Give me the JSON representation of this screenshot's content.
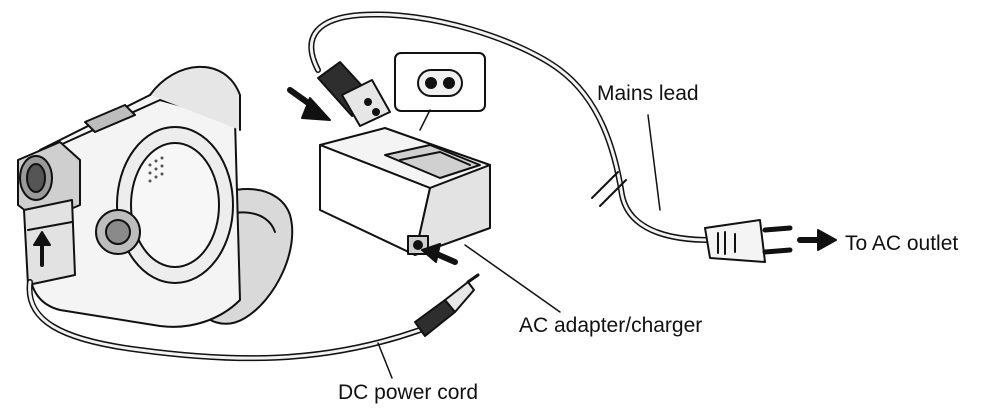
{
  "labels": {
    "mains_lead": "Mains lead",
    "to_ac_outlet": "To AC outlet",
    "ac_adapter_charger": "AC adapter/charger",
    "dc_power_cord": "DC power cord"
  },
  "colors": {
    "line": "#111111",
    "body": "#f4f4f4",
    "shade": "#cfcfcf",
    "dark": "#3a3a3a"
  },
  "icons": {
    "camcorder": "camcorder-icon",
    "adapter": "ac-adapter-icon",
    "mains_plug": "mains-plug-icon",
    "socket_inset": "two-pin-socket-icon",
    "connector": "figure-eight-connector-icon"
  }
}
